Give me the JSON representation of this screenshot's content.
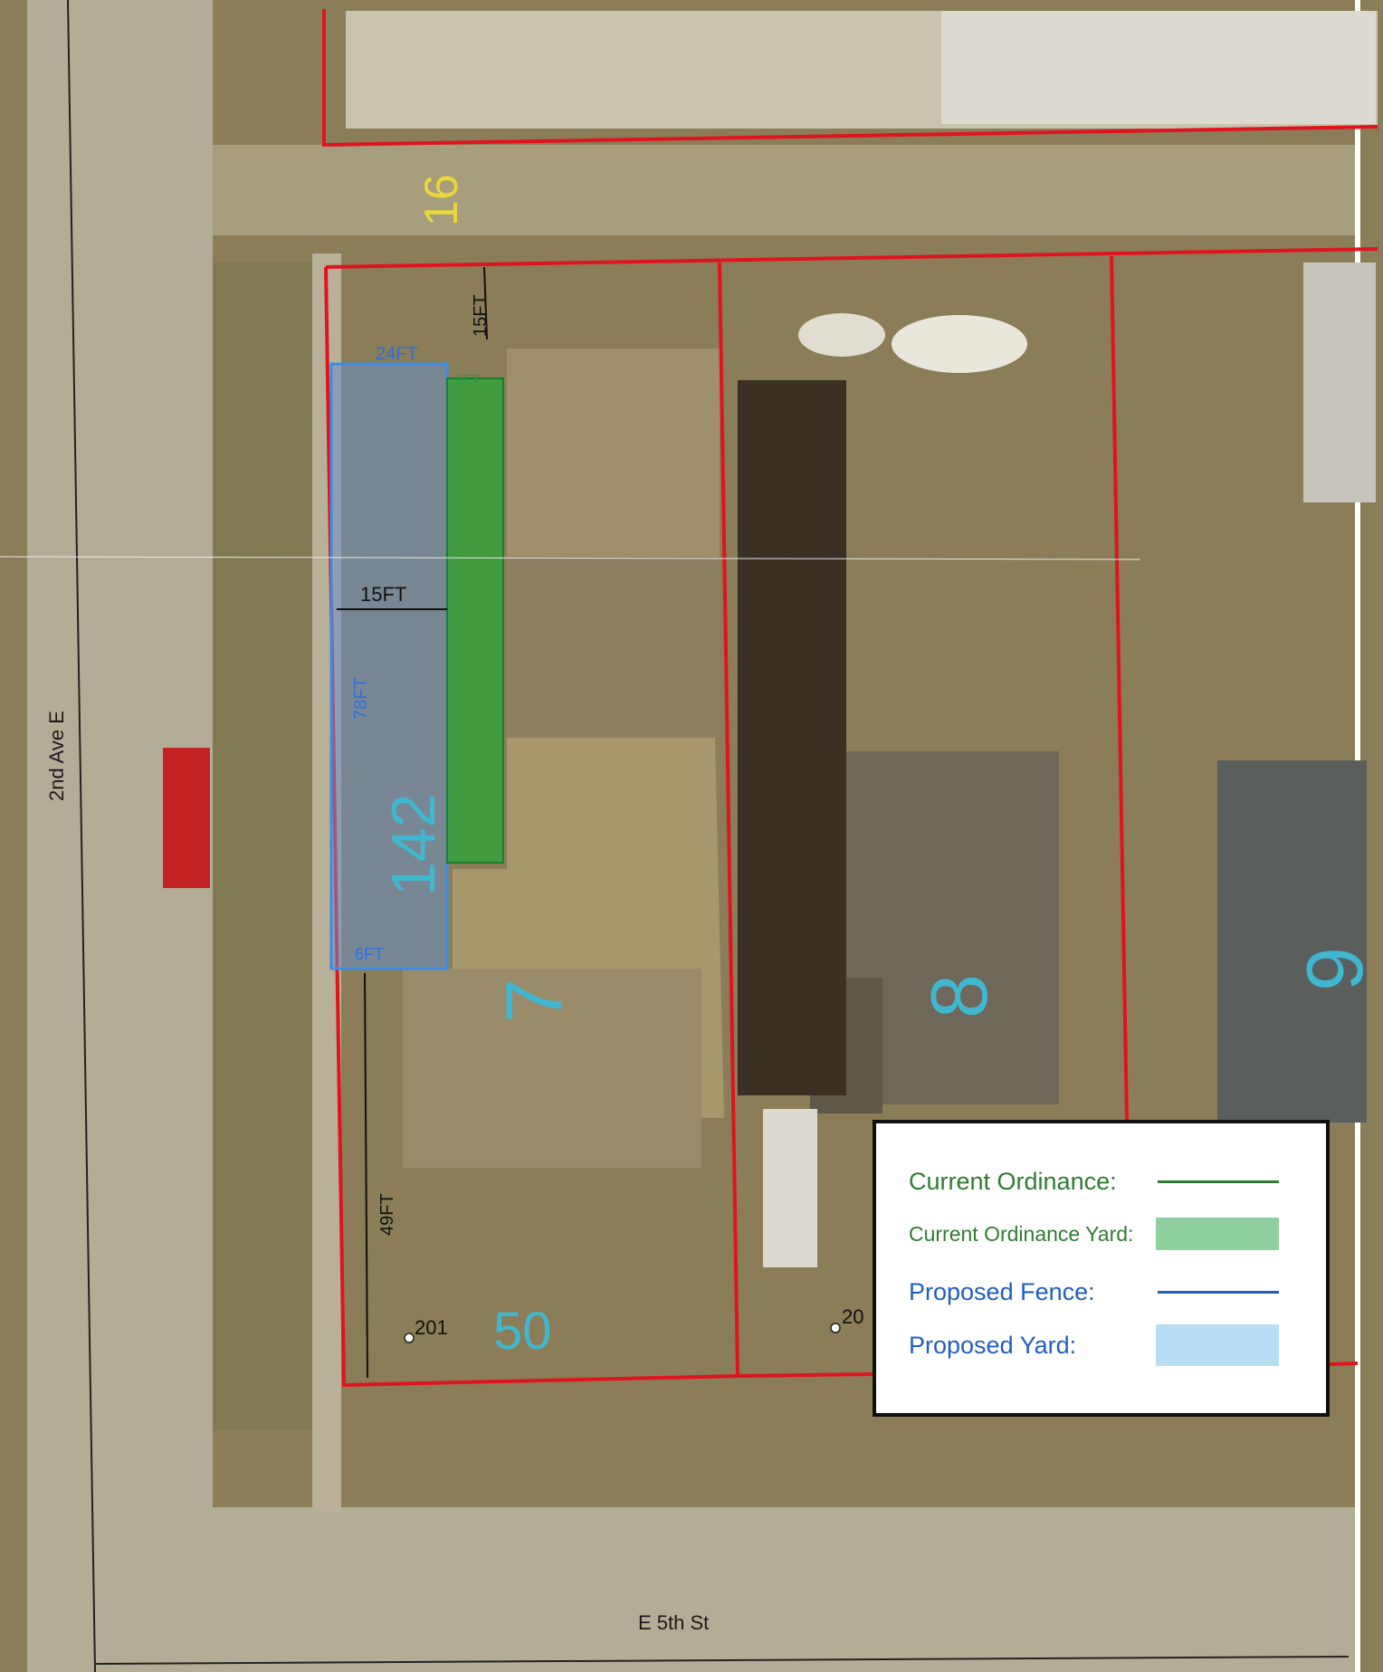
{
  "streets": {
    "avenue": "2nd Ave E",
    "street": "E 5th St"
  },
  "block_number": "16",
  "lots": [
    {
      "number": "7"
    },
    {
      "number": "8"
    },
    {
      "number": "9"
    },
    {
      "number": "50"
    },
    {
      "number": "142"
    }
  ],
  "addresses": {
    "lot_7": "201",
    "lot_8": "20"
  },
  "dimensions": {
    "top_width": "24FT",
    "green_width": "9FT",
    "setback_top": "15FT",
    "mid_width": "15FT",
    "length": "78FT",
    "bottom_offset": "6FT",
    "bottom_length": "49FT"
  },
  "legend": {
    "current_ordinance": {
      "label": "Current Ordinance:",
      "color": "#2e7d32"
    },
    "current_ordinance_yard": {
      "label": "Current Ordinance Yard:",
      "color": "#8fd19e"
    },
    "proposed_fence": {
      "label": "Proposed Fence:",
      "color": "#1f5fbf"
    },
    "proposed_yard": {
      "label": "Proposed Yard:",
      "color": "#b8def5"
    }
  },
  "colors": {
    "lot_line": "#e0141e",
    "lot_number": "#3fb7d0",
    "block_number": "#e8d83a",
    "ground": "#8a7d57",
    "road": "#b3ad98"
  }
}
